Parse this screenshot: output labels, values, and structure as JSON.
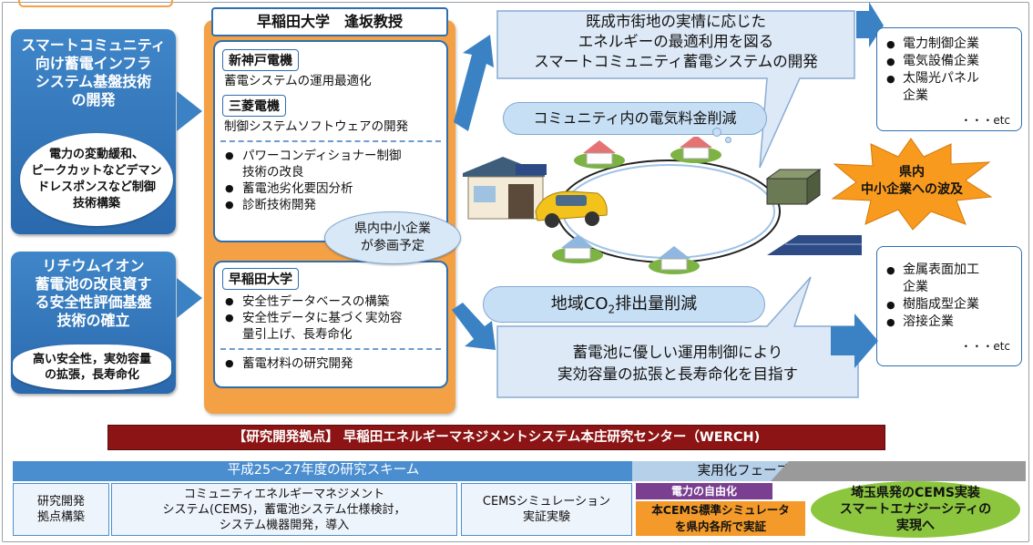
{
  "professor_title": "早稲田大学　逢坂教授",
  "left_block1": {
    "title_lines": [
      "スマートコミュニティ",
      "向け蓄電インフラ",
      "システム基盤技術",
      "の開発"
    ],
    "ellipse_lines": [
      "電力の変動緩和、",
      "ピークカットなどデマン",
      "ドレスポンスなど制御",
      "技術構築"
    ]
  },
  "left_block2": {
    "title_lines": [
      "リチウムイオン",
      "蓄電池の改良資す",
      "る安全性評価基盤",
      "技術の確立"
    ],
    "ellipse_lines": [
      "高い安全性，実効容量",
      "の拡張，長寿命化"
    ]
  },
  "upper_panel": {
    "company1": "新神戸電機",
    "company1_desc": "蓄電システムの運用最適化",
    "company2": "三菱電機",
    "company2_desc": "制御システムソフトウェアの開発",
    "bullets": [
      "パワーコンディショナー制御",
      "技術の改良",
      "蓄電池劣化要因分析",
      "診断技術開発"
    ]
  },
  "sme_ellipse": [
    "県内中小企業",
    "が参画予定"
  ],
  "lower_panel": {
    "org": "早稲田大学",
    "bullets": [
      "安全性データベースの構築",
      "安全性データに基づく実効容",
      "量引上げ、長寿命化"
    ],
    "bullet2": "蓄電材料の研究開発"
  },
  "top_callout": [
    "既成市街地の実情に応じた",
    "エネルギーの最適利用を図る",
    "スマートコミュニティ蓄電システムの開発"
  ],
  "cloud1": "コミュニティ内の電気料金削減",
  "cloud2": {
    "pre": "地域CO",
    "sub": "2",
    "post": "排出量削減"
  },
  "bottom_callout": [
    "蓄電池に優しい運用制御により",
    "実効容量の拡張と長寿命化を目指す"
  ],
  "right_top": {
    "items": [
      "電力制御企業",
      "電気設備企業",
      "太陽光パネル",
      "企業"
    ],
    "etc": "・・・etc"
  },
  "right_bottom": {
    "items": [
      "金属表面加工",
      "企業",
      "樹脂成型企業",
      "溶接企業"
    ],
    "etc": "・・・etc"
  },
  "star": [
    "県内",
    "中小企業への波及"
  ],
  "banner": "【研究開発拠点】 早稲田エネルギーマネジメントシステム本庄研究センター（WERCH)",
  "phase_research": "平成25～27年度の研究スキーム",
  "phase_practical": "実用化フェーズ",
  "cells": {
    "c1": [
      "研究開発",
      "拠点構築"
    ],
    "c2": [
      "コミュニティエネルギーマネジメント",
      "システム(CEMS)，蓄電池システム仕様検討，",
      "システム機器開発，導入"
    ],
    "c3": [
      "CEMSシミュレーション",
      "実証実験"
    ],
    "c4_head": "電力の自由化",
    "c4_body": [
      "本CEMS標準シミュレータ",
      "を県内各所で実証"
    ],
    "c5": [
      "埼玉県発のCEMS実装",
      "スマートエナジーシティの",
      "実現へ"
    ]
  },
  "colors": {
    "blue": "#2f6fae",
    "orange": "#f4a146",
    "dark_red": "#8c1414",
    "green": "#8cc63f",
    "purple": "#7a3f91"
  }
}
